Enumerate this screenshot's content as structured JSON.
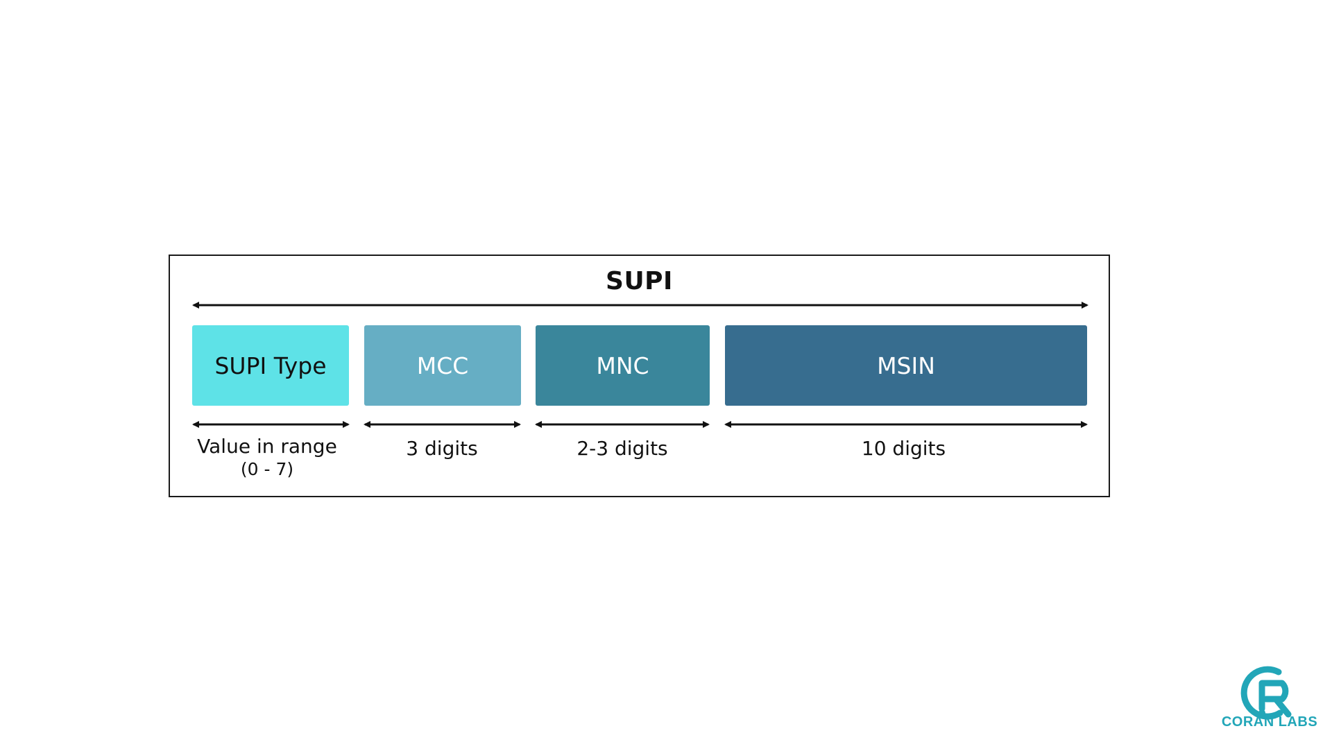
{
  "title": "SUPI",
  "fields": [
    {
      "label": "SUPI Type",
      "caption": "Value in range",
      "caption_sub": "(0 - 7)",
      "color": "#5ee2e7",
      "text_color": "#111111"
    },
    {
      "label": "MCC",
      "caption": "3 digits",
      "caption_sub": "",
      "color": "#66aec4",
      "text_color": "#ffffff"
    },
    {
      "label": "MNC",
      "caption": "2-3 digits",
      "caption_sub": "",
      "color": "#3a869b",
      "text_color": "#ffffff"
    },
    {
      "label": "MSIN",
      "caption": "10 digits",
      "caption_sub": "",
      "color": "#376d8f",
      "text_color": "#ffffff"
    }
  ],
  "logo": {
    "text": "CORAN LABS",
    "color": "#22a6b8",
    "icon": "coran-labs-logo-icon"
  }
}
